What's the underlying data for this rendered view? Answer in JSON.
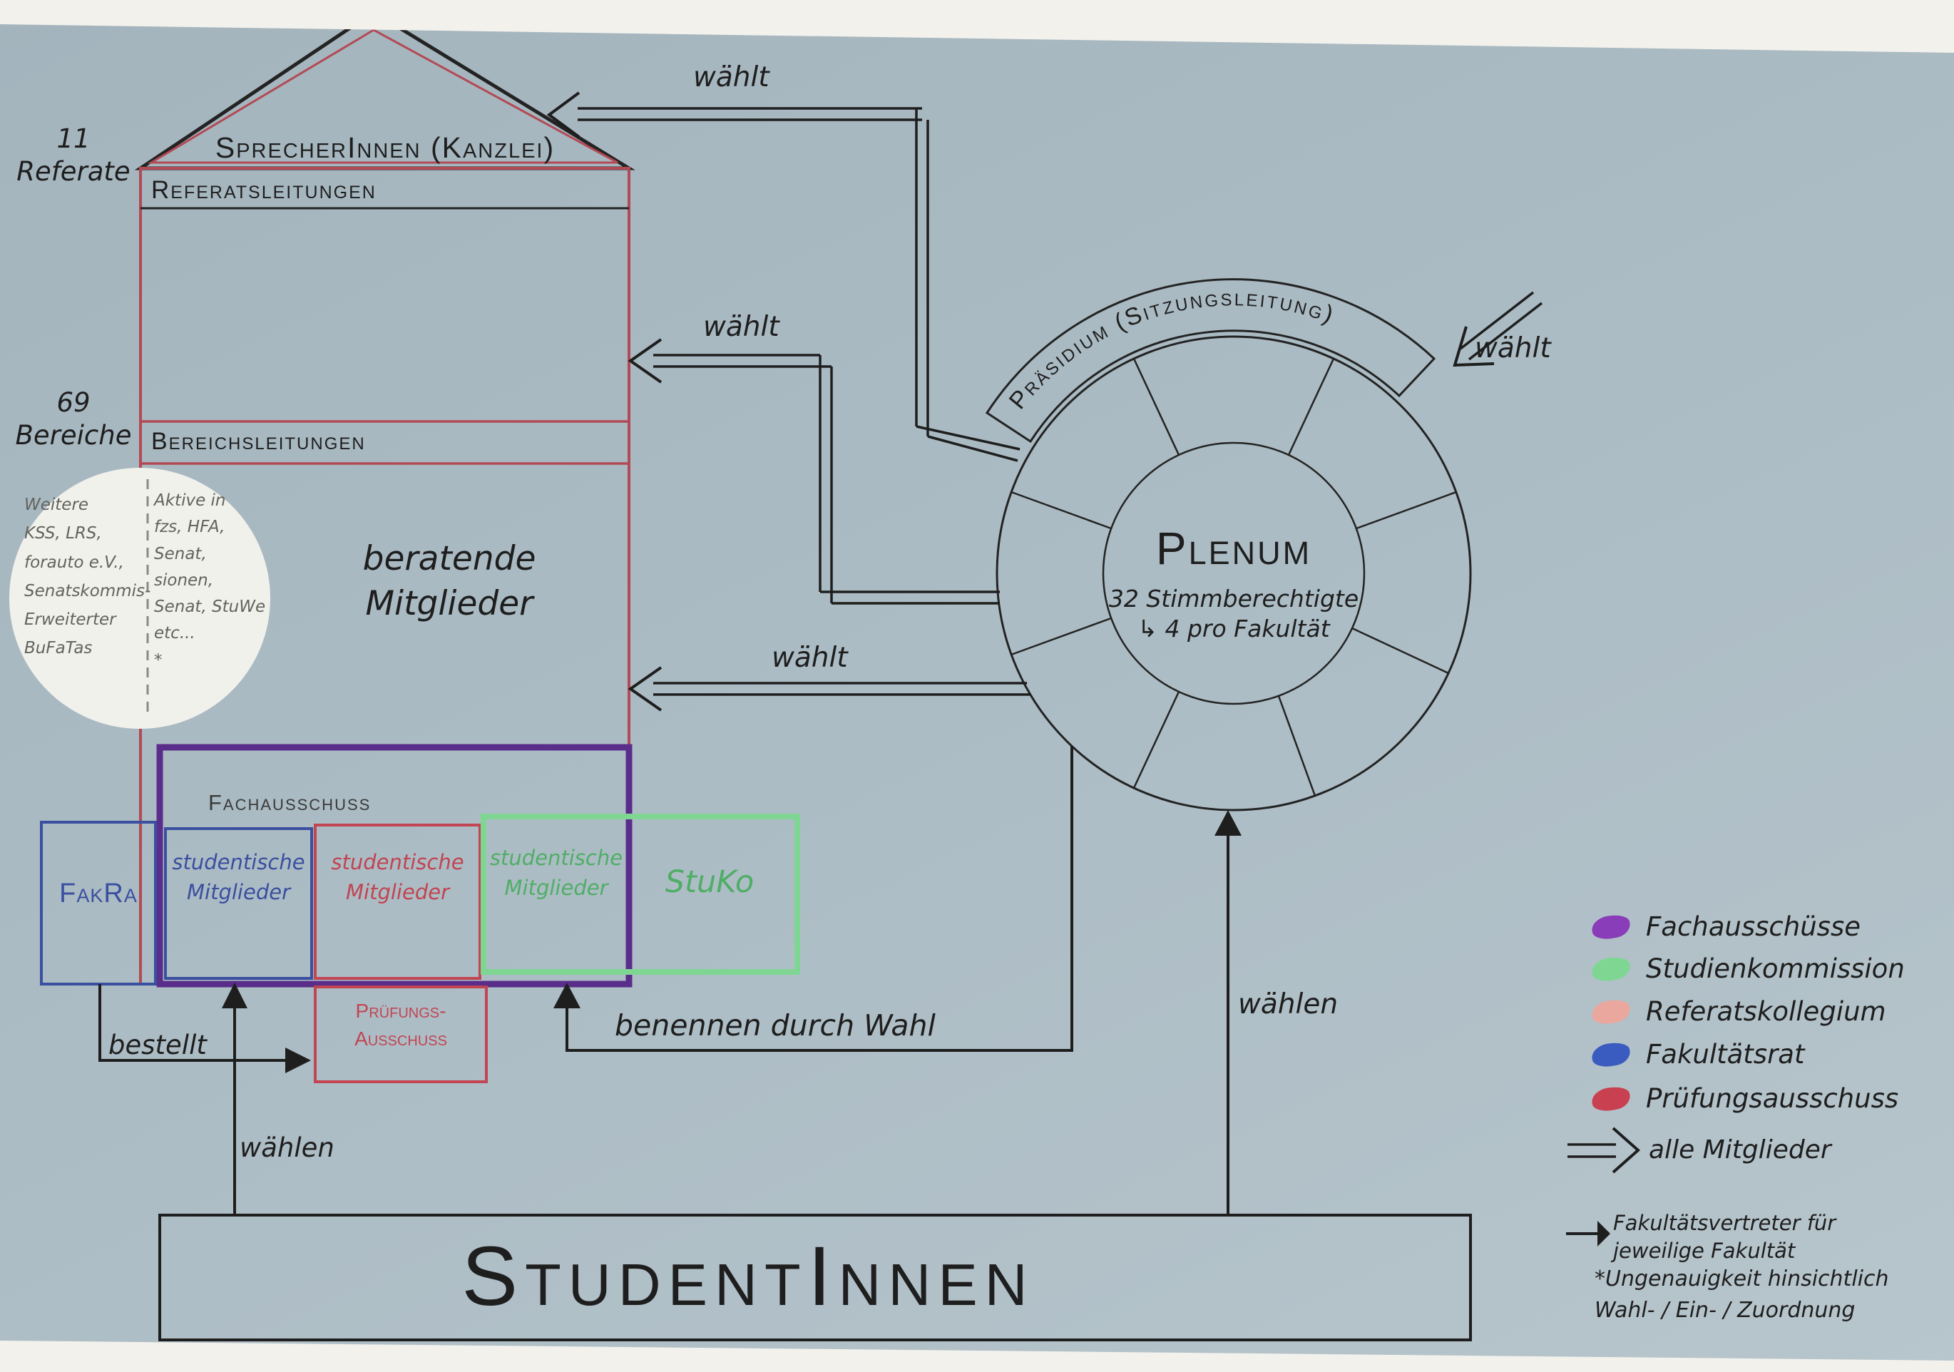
{
  "palette": {
    "board_bg": "#adbdc5",
    "ink": "#1e1e1e",
    "house_red": "#b24a55",
    "purple": "#5a2d8a",
    "blue": "#3a4fa0",
    "red": "#c14552",
    "green": "#7fd693",
    "salmon": "#e9a79e"
  },
  "house": {
    "referate_label": "11\nReferate",
    "bereiche_label": "69\nBereiche",
    "sprecherinnen": "SprecherInnen (Kanzlei)",
    "referatsleitungen": "Referatsleitungen",
    "bereichsleitungen": "Bereichsleitungen",
    "beratende_mitglieder": "beratende\nMitglieder",
    "note_circle": {
      "left_column": "Weitere\nKSS, LRS,\nforauto e.V.,\nSenatskommis-\nErweiterter\nBuFaTas",
      "right_column": "Aktive in\nfzs, HFA,\nSenat,\nsionen,\nSenat, StuWe\netc...\n*"
    }
  },
  "fachausschuss": {
    "title": "Fachausschuss",
    "members": [
      {
        "label": "studentische\nMitglieder",
        "color": "#3a4fa0"
      },
      {
        "label": "studentische\nMitglieder",
        "color": "#c14552"
      },
      {
        "label": "studentische\nMitglieder",
        "color": "#4fae66"
      }
    ]
  },
  "boxes": {
    "fakra": "FakRa",
    "stuko": "StuKo",
    "pruefungsausschuss": "Prüfungs-\nAusschuss",
    "studentinnen": "StudentInnen"
  },
  "plenum": {
    "title": "Plenum",
    "line1": "32 Stimmberechtigte",
    "line2": "↳ 4 pro Fakultät",
    "praesidium": "Präsidium  (Sitzungsleitung)"
  },
  "arrows": {
    "waehlt": "wählt",
    "waehlen": "wählen",
    "bestellt": "bestellt",
    "benennen": "benennen durch Wahl"
  },
  "legend": {
    "items": [
      {
        "label": "Fachausschüsse",
        "color": "#8a3db8"
      },
      {
        "label": "Studienkommission",
        "color": "#7fd693"
      },
      {
        "label": "Referatskollegium",
        "color": "#e9a79e"
      },
      {
        "label": "Fakultätsrat",
        "color": "#3a5bbf"
      },
      {
        "label": "Prüfungsausschuss",
        "color": "#c94050"
      }
    ],
    "alle_mitglieder": "alle Mitglieder",
    "fakultaetsvertreter": "Fakultätsvertreter für\njeweilige Fakultät",
    "footnote": "*Ungenauigkeit hinsichtlich\nWahl- / Ein- / Zuordnung"
  }
}
